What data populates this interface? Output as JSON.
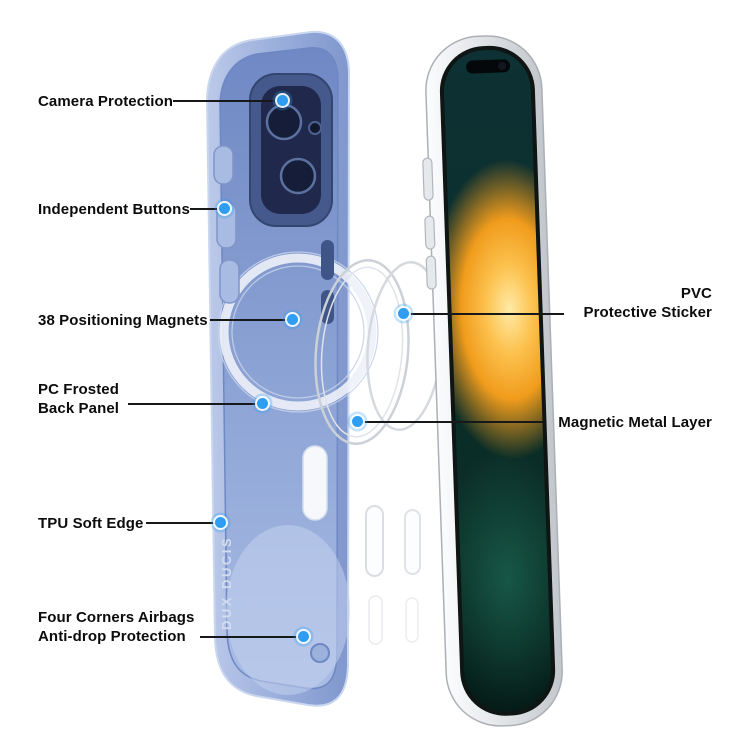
{
  "figure": {
    "background": "#ffffff",
    "accent_color": "#2f9df2",
    "brand_text": "DUX DUCIS",
    "callouts": {
      "camera_protection": "Camera Protection",
      "independent_buttons": "Independent Buttons",
      "positioning_magnets": "38 Positioning Magnets",
      "pc_frosted_back_panel": "PC Frosted\nBack Panel",
      "tpu_soft_edge": "TPU Soft Edge",
      "four_corners_airbags": "Four Corners Airbags\nAnti-drop Protection",
      "pvc_protective_sticker": "PVC\nProtective Sticker",
      "magnetic_metal_layer": "Magnetic Metal Layer"
    }
  }
}
